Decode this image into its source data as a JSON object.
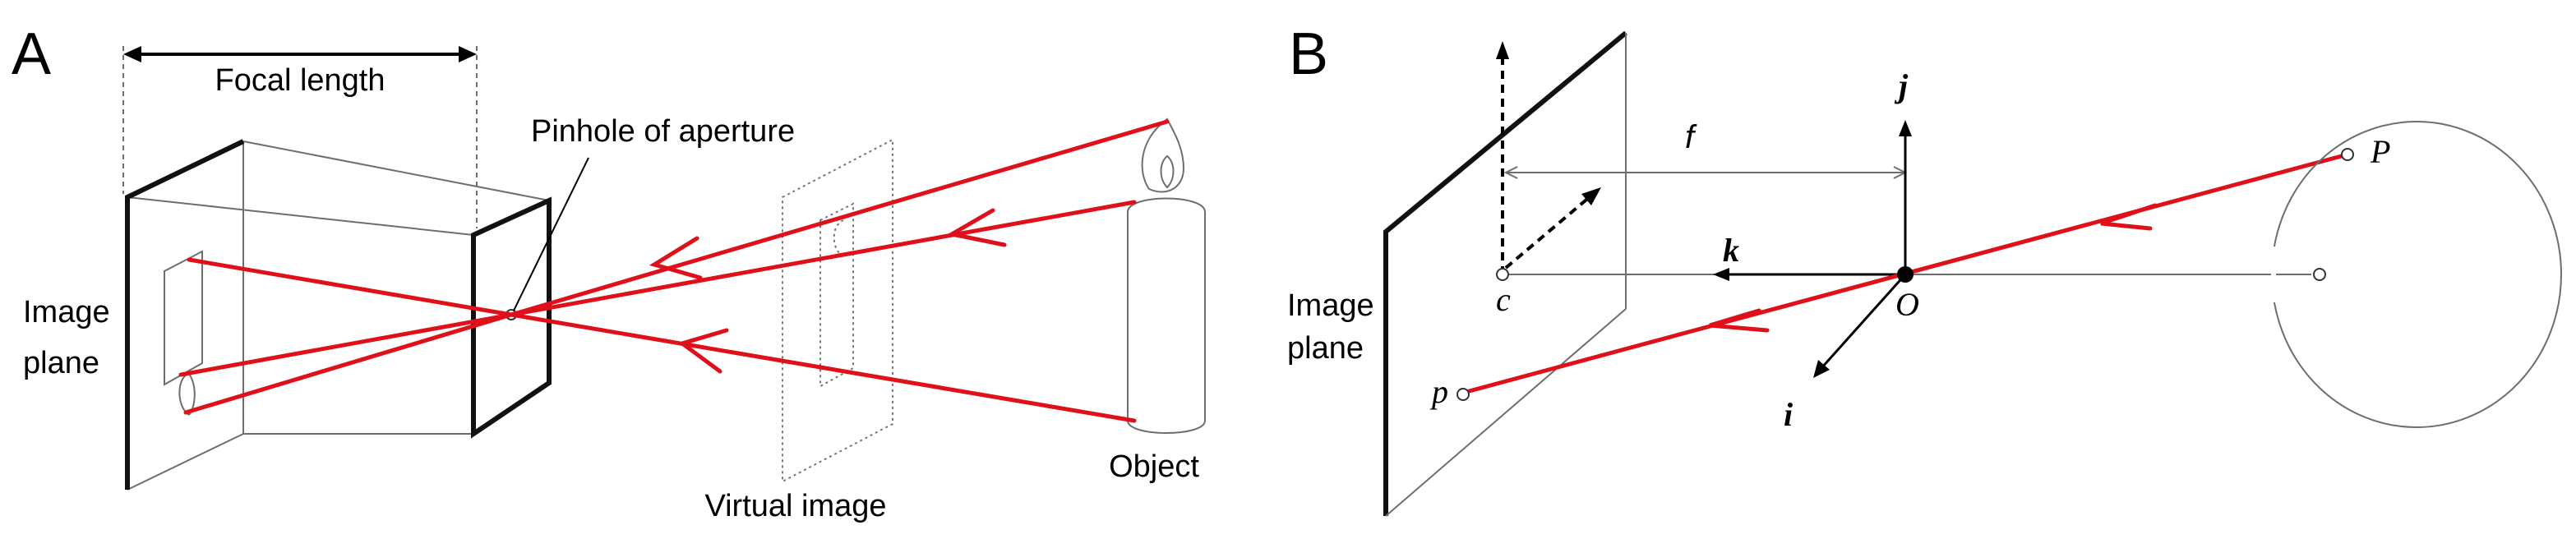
{
  "panel_a": {
    "letter": "A",
    "focal_length_label": "Focal length",
    "pinhole_label": "Pinhole of aperture",
    "image_plane_label_line1": "Image",
    "image_plane_label_line2": "plane",
    "virtual_image_label": "Virtual image",
    "object_label": "Object"
  },
  "panel_b": {
    "letter": "B",
    "image_plane_label_line1": "Image",
    "image_plane_label_line2": "plane",
    "f_label": "f",
    "j_label": "j",
    "k_label": "k",
    "i_label": "i",
    "c_label": "c",
    "o_label": "O",
    "p_label": "p",
    "P_label": "P"
  },
  "colors": {
    "ray": "#e0101a",
    "line": "#6e6e6e",
    "frame": "#111111"
  }
}
